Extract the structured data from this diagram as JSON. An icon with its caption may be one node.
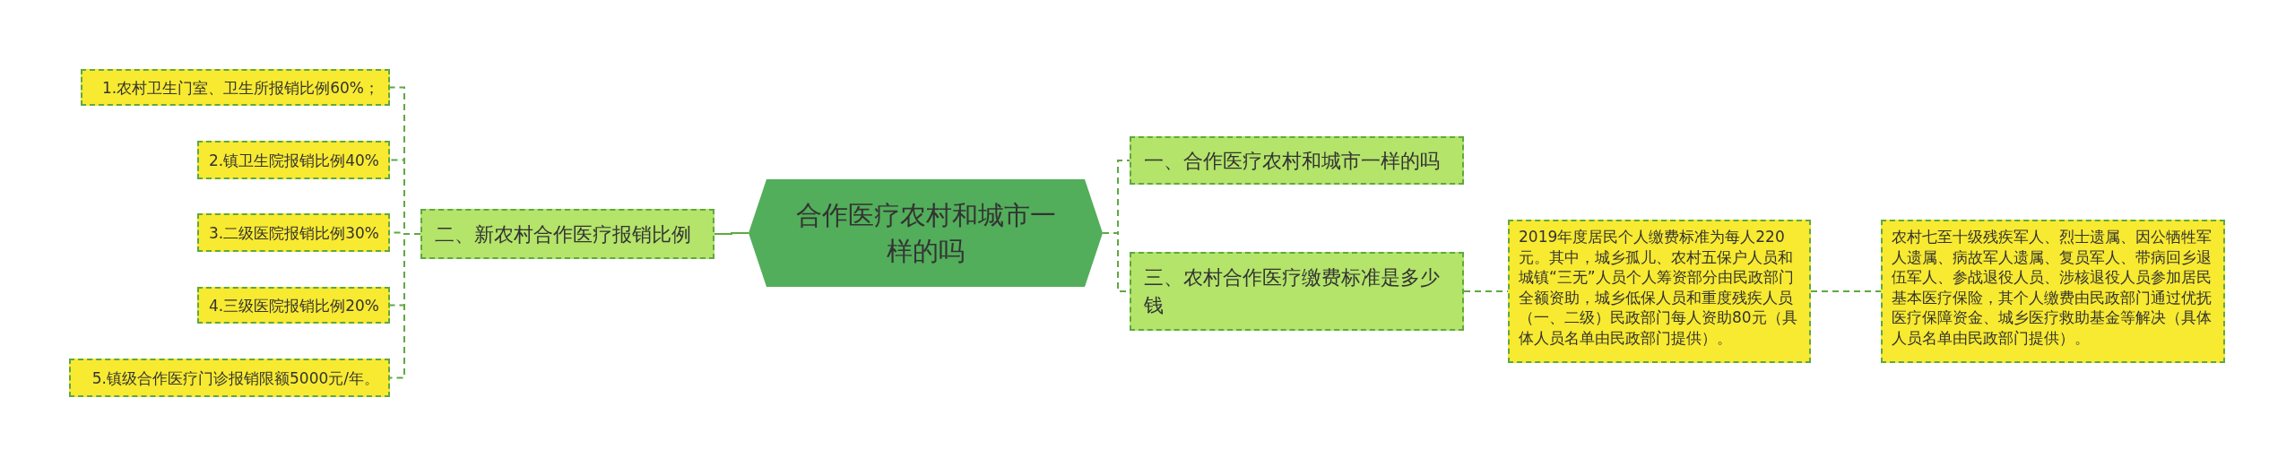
{
  "diagram": {
    "nodes": [
      {
        "text": [
          "合作医疗农村和城市一样的吗"
        ]
      },
      {
        "text": [
          "二、新农村合作医疗报销比例"
        ]
      },
      {
        "text": [
          "1.农村卫生门室、卫生所报销比例60%；"
        ]
      },
      {
        "text": [
          "2.镇卫生院报销比例40%"
        ]
      },
      {
        "text": [
          "3.二级医院报销比例30%"
        ]
      },
      {
        "text": [
          "4.三级医院报销比例20%"
        ]
      },
      {
        "text": [
          "5.镇级合作医疗门诊报销限额5000元/年。"
        ]
      },
      {
        "text": [
          "一、合作医疗农村和城市一样的吗"
        ]
      },
      {
        "text": [
          "三、农村合作医疗缴费标准是多少钱"
        ]
      },
      {
        "text": [
          "2019年度居民个人缴费标准为每人220元。其中，城乡孤儿、农村五保户人员和城镇“三无”人员个人筹资部分由民政部门全额资助，城乡低保人员和重度残疾人员（一、二级）民政部门每人资助80元（具体人员名单由民政部门提供）。"
        ]
      },
      {
        "text": [
          "农村七至十级残疾军人、烈士遗属、因公牺牲军人遗属、病故军人遗属、复员军人、带病回乡退伍军人、参战退役人员、涉核退役人员参加居民基本医疗保险，其个人缴费由民政部门通过优抚医疗保障资金、城乡医疗救助基金等解决（具体人员名单由民政部门提供）。"
        ]
      }
    ],
    "edges": [
      {
        "from": 0,
        "to": 1,
        "arrow": "none"
      },
      {
        "from": 1,
        "to": 2,
        "arrow": "none",
        "style": "dashed"
      },
      {
        "from": 1,
        "to": 3,
        "arrow": "none",
        "style": "dashed"
      },
      {
        "from": 1,
        "to": 4,
        "arrow": "none",
        "style": "dashed"
      },
      {
        "from": 1,
        "to": 5,
        "arrow": "none",
        "style": "dashed"
      },
      {
        "from": 1,
        "to": 6,
        "arrow": "none",
        "style": "dashed"
      },
      {
        "from": 0,
        "to": 7,
        "arrow": "none",
        "style": "dashed"
      },
      {
        "from": 0,
        "to": 8,
        "arrow": "none",
        "style": "dashed"
      },
      {
        "from": 8,
        "to": 9,
        "arrow": "none",
        "style": "dashed"
      },
      {
        "from": 9,
        "to": 10,
        "arrow": "none",
        "style": "dashed"
      }
    ]
  }
}
